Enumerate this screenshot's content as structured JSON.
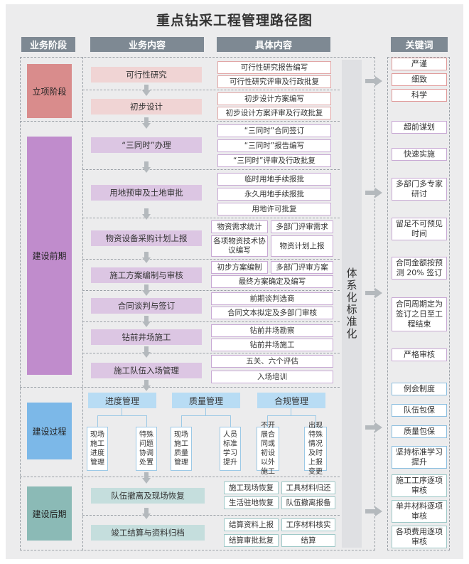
{
  "title": "重点钻采工程管理路径图",
  "headers": {
    "stage": "业务阶段",
    "business": "业务内容",
    "detail": "具体内容",
    "keywords": "关键词"
  },
  "stages": [
    "立项阶段",
    "建设前期",
    "建设过程",
    "建设后期"
  ],
  "system_label": "体系化标准化",
  "business": [
    "可行性研究",
    "初步设计",
    "“三同时”办理",
    "用地预审及土地审批",
    "物资设备采购计划上报",
    "施工方案编制与审核",
    "合同谈判与签订",
    "钻前井场施工",
    "施工队伍入场管理",
    "队伍撤离及现场恢复",
    "竣工结算与资料归档"
  ],
  "details": {
    "feasibility": [
      "可行性研究报告编写",
      "可行性研究评审及行政批复"
    ],
    "preliminary": [
      "初步设计方案编写",
      "初步设计方案评审及行政批复"
    ],
    "three_simul": [
      "“三同时”合同签订",
      "“三同时”报告编写",
      "“三同时”评审及行政批复"
    ],
    "land": [
      "临时用地手续报批",
      "永久用地手续报批",
      "用地许可批复"
    ],
    "material": [
      "物资需求统计",
      "多部门评审需求",
      "各项物资技术协议编写",
      "物资计划上报"
    ],
    "construction_plan": [
      "初步方案编制",
      "多部门评审方案",
      "最终方案确定及编写"
    ],
    "contract": [
      "前期谈判选商",
      "合同文本拟定及多部门审核"
    ],
    "site": [
      "钻前井场勘察",
      "钻前井场施工"
    ],
    "team": [
      "五关、六个评估",
      "入场培训"
    ],
    "withdraw": [
      "施工现场恢复",
      "工具材料归还",
      "生活驻地恢复",
      "队伍撤离报备"
    ],
    "settlement": [
      "结算资料上报",
      "工序材料核实",
      "结算审批批复",
      "结算"
    ]
  },
  "process": {
    "groups": [
      "进度管理",
      "质量管理",
      "合规管理"
    ],
    "subs": [
      "现场施工进度管理",
      "特殊问题协调处置",
      "现场施工质量管理",
      "人员标准学习提升",
      "不开展合同或初设以外施工",
      "出现特殊情况及时上报变更"
    ]
  },
  "keywords": [
    "严谨",
    "细致",
    "科学",
    "超前谋划",
    "快速实施",
    "多部门多专家研讨",
    "留足不可预见时间",
    "合同金额按预测 20% 签订",
    "合同周期定为签订之日至工程结束",
    "严格审核",
    "例会制度",
    "队伍包保",
    "质量包保",
    "坚持标准学习提升",
    "施工工序逐项审核",
    "单井材料逐项审核",
    "各项费用逐项审核"
  ],
  "colors": {
    "header": "#7e8993",
    "stage_pink": "#d98c8c",
    "stage_purple": "#c08ccc",
    "stage_blue": "#7cb8e8",
    "stage_teal": "#8bbab6"
  }
}
